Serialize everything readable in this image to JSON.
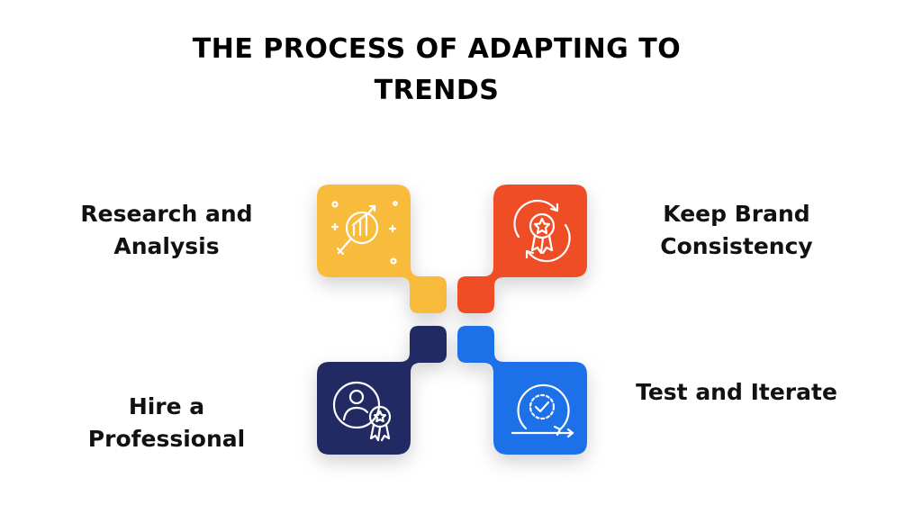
{
  "title": "THE PROCESS OF ADAPTING TO TRENDS",
  "steps": [
    {
      "label": "Research and Analysis",
      "color": "#F9BB3B",
      "icon": "magnifier-chart-icon"
    },
    {
      "label": "Keep Brand Consistency",
      "color": "#EE4E26",
      "icon": "badge-cycle-icon"
    },
    {
      "label": "Hire a Professional",
      "color": "#242A63",
      "icon": "person-award-icon"
    },
    {
      "label": "Test and Iterate",
      "color": "#1A6FE8",
      "icon": "check-cycle-icon"
    }
  ]
}
